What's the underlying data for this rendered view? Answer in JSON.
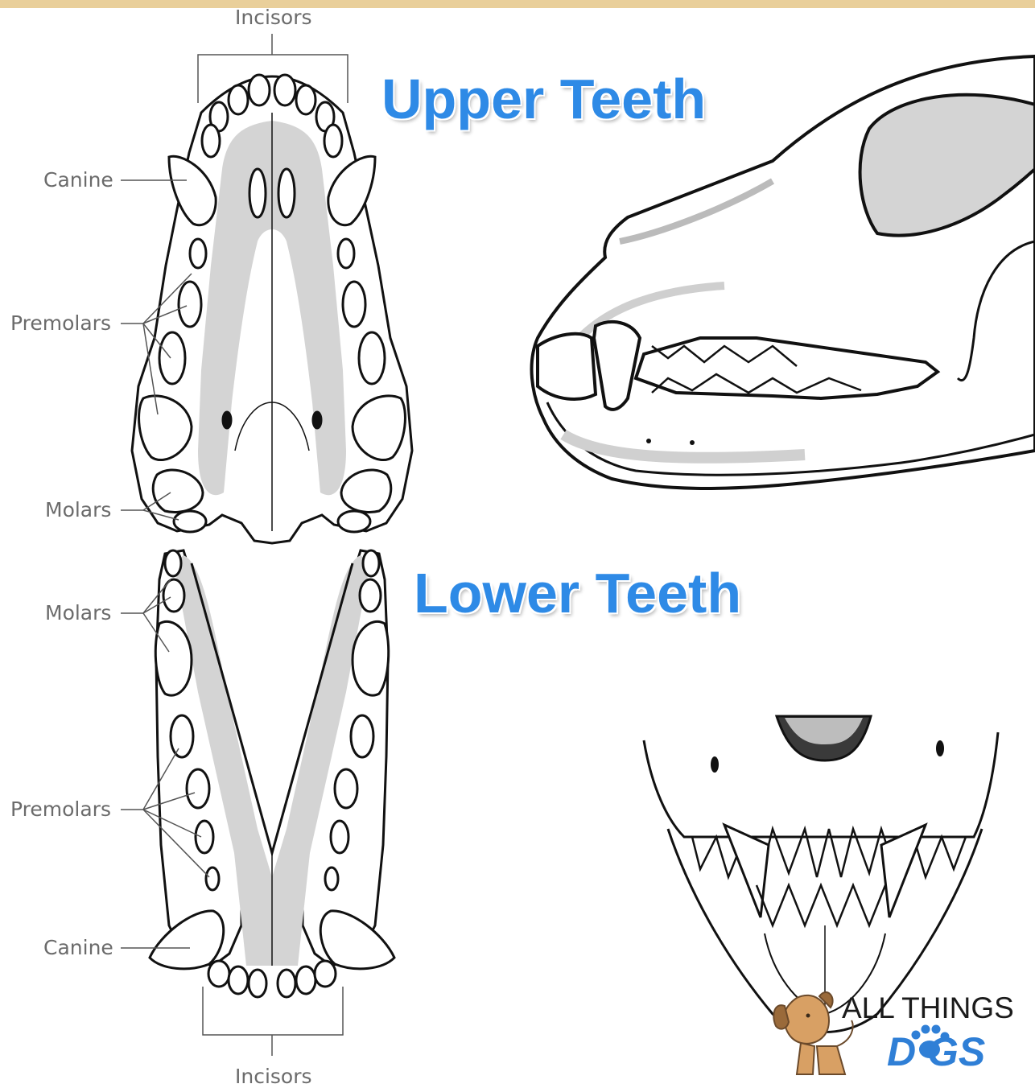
{
  "titles": {
    "upper": "Upper Teeth",
    "lower": "Lower Teeth"
  },
  "labels": {
    "upper_incisors": "Incisors",
    "upper_canine": "Canine",
    "upper_premolars": "Premolars",
    "upper_molars": "Molars",
    "lower_molars": "Molars",
    "lower_premolars": "Premolars",
    "lower_canine": "Canine",
    "lower_incisors": "Incisors"
  },
  "logo": {
    "line1": "ALL THINGS",
    "line2": "D  GS"
  },
  "colors": {
    "title": "#2e8ae6",
    "label": "#6b6b6b",
    "outline": "#111111",
    "shade": "#d4d4d4",
    "strip": "#e9cf9a"
  }
}
